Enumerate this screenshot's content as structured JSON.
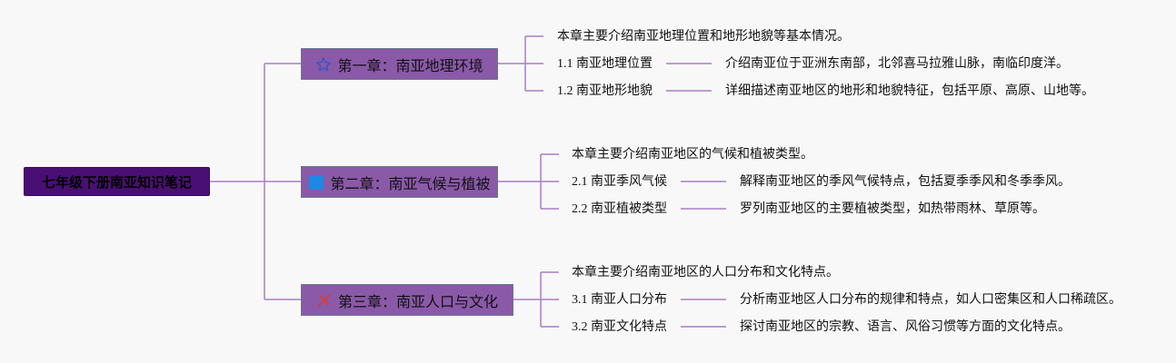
{
  "root": {
    "label": "七年级下册南亚知识笔记"
  },
  "chapters": [
    {
      "title": "第一章：南亚地理环境",
      "icon": "star-icon",
      "icon_color": "#3a55c9",
      "intro": "本章主要介绍南亚地理位置和地形地貌等基本情况。",
      "sections": [
        {
          "label": "1.1 南亚地理位置",
          "detail": "介绍南亚位于亚洲东南部，北邻喜马拉雅山脉，南临印度洋。"
        },
        {
          "label": "1.2 南亚地形地貌",
          "detail": "详细描述南亚地区的地形和地貌特征，包括平原、高原、山地等。"
        }
      ]
    },
    {
      "title": "第二章：南亚气候与植被",
      "icon": "square-icon",
      "icon_color": "#1e88e5",
      "intro": "本章主要介绍南亚地区的气候和植被类型。",
      "sections": [
        {
          "label": "2.1 南亚季风气候",
          "detail": "解释南亚地区的季风气候特点，包括夏季季风和冬季季风。"
        },
        {
          "label": "2.2 南亚植被类型",
          "detail": "罗列南亚地区的主要植被类型，如热带雨林、草原等。"
        }
      ]
    },
    {
      "title": "第三章：南亚人口与文化",
      "icon": "tools-icon",
      "icon_color": "#d93b3b",
      "intro": "本章主要介绍南亚地区的人口分布和文化特点。",
      "sections": [
        {
          "label": "3.1 南亚人口分布",
          "detail": "分析南亚地区人口分布的规律和特点，如人口密集区和人口稀疏区。"
        },
        {
          "label": "3.2 南亚文化特点",
          "detail": "探讨南亚地区的宗教、语言、风俗习惯等方面的文化特点。"
        }
      ]
    }
  ],
  "colors": {
    "root_bg": "#4a0f74",
    "chapter_bg": "#8a59a8",
    "link": "#9b6bb8"
  }
}
